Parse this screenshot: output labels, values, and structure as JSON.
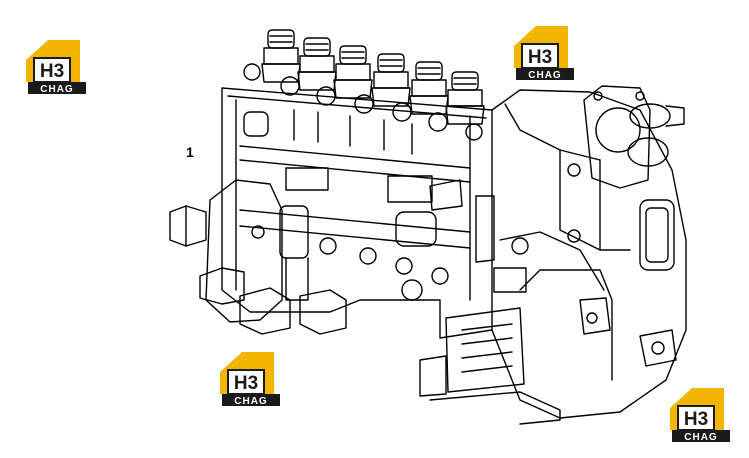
{
  "callouts": [
    {
      "label": "1"
    }
  ],
  "logo": {
    "badge_text": "H3",
    "brand_text": "CHAG",
    "colors": {
      "roof": "#f2b600",
      "ink": "#1a1a1a",
      "badge": "#ffffff"
    }
  },
  "colors": {
    "line": "#000000",
    "background": "#ffffff"
  }
}
